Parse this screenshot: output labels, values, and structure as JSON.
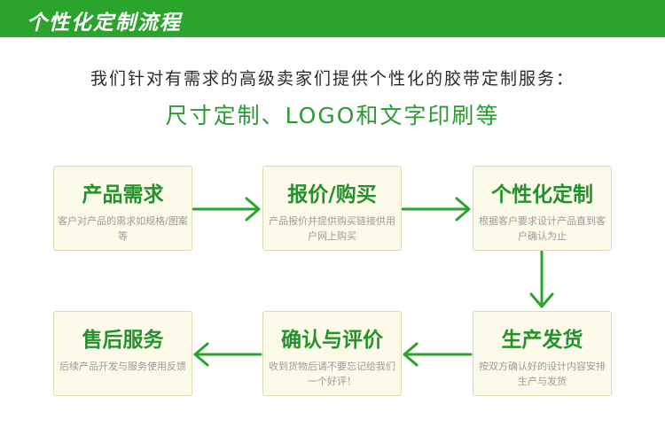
{
  "banner": {
    "title": "个性化定制流程"
  },
  "intro": {
    "line1": "我们针对有需求的高级卖家们提供个性化的胶带定制服务：",
    "line2": "尺寸定制、LOGO和文字印刷等"
  },
  "steps": [
    {
      "title": "产品需求",
      "desc": "客户对产品的需求如规格/图案等"
    },
    {
      "title": "报价/购买",
      "desc": "产品报价并提供购买链接供用户网上购买"
    },
    {
      "title": "个性化定制",
      "desc": "根据客户要求设计产品直到客户确认为止"
    },
    {
      "title": "生产发货",
      "desc": "按双方确认好的设计内容安排生产与发货"
    },
    {
      "title": "确认与评价",
      "desc": "收到货物后请不要忘记给我们一个好评！"
    },
    {
      "title": "售后服务",
      "desc": "后续产品开发与服务使用反馈"
    }
  ],
  "colors": {
    "accent": "#2aa42c",
    "title_green": "#24912c",
    "box_fill": "#fcfae8"
  }
}
